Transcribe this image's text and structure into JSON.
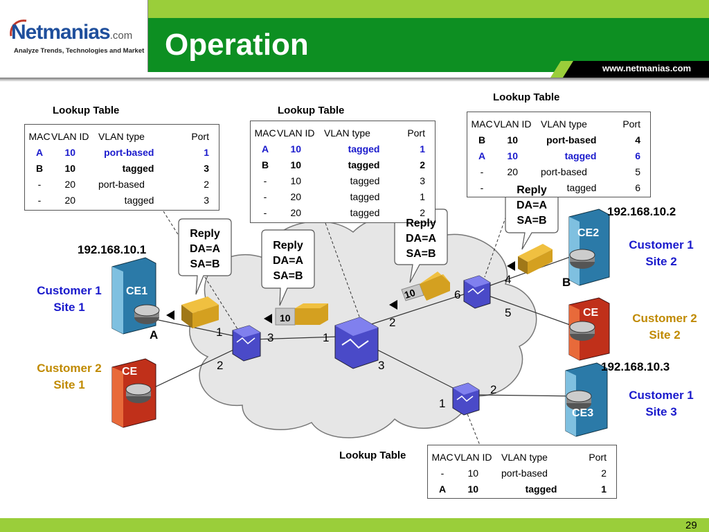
{
  "header": {
    "logo_main": "Netmanias",
    "logo_suffix": ".com",
    "logo_tagline": "Analyze Trends, Technologies and Market",
    "title": "Operation",
    "url": "www.netmanias.com"
  },
  "footer": {
    "page_number": "29"
  },
  "tables": {
    "columns": [
      "MAC",
      "VLAN ID",
      "VLAN type",
      "Port"
    ],
    "left": {
      "title": "Lookup Table",
      "rows": [
        [
          "A",
          "10",
          "port-based",
          "1"
        ],
        [
          "B",
          "10",
          "tagged",
          "3"
        ],
        [
          "-",
          "20",
          "port-based",
          "2"
        ],
        [
          "-",
          "20",
          "tagged",
          "3"
        ]
      ]
    },
    "center": {
      "title": "Lookup Table",
      "rows": [
        [
          "A",
          "10",
          "tagged",
          "1"
        ],
        [
          "B",
          "10",
          "tagged",
          "2"
        ],
        [
          "-",
          "10",
          "tagged",
          "3"
        ],
        [
          "-",
          "20",
          "tagged",
          "1"
        ],
        [
          "-",
          "20",
          "tagged",
          "2"
        ]
      ]
    },
    "right": {
      "title": "Lookup Table",
      "rows": [
        [
          "B",
          "10",
          "port-based",
          "4"
        ],
        [
          "A",
          "10",
          "tagged",
          "6"
        ],
        [
          "-",
          "20",
          "port-based",
          "5"
        ],
        [
          "-",
          "",
          "tagged",
          "6"
        ]
      ]
    },
    "bottom": {
      "title": "Lookup Table",
      "rows": [
        [
          "-",
          "10",
          "port-based",
          "2"
        ],
        [
          "A",
          "10",
          "tagged",
          "1"
        ]
      ]
    }
  },
  "callouts": {
    "reply1": [
      "Reply",
      "DA=A",
      "SA=B"
    ],
    "reply2": [
      "Reply",
      "DA=A",
      "SA=B"
    ],
    "reply3": [
      "Reply",
      "DA=A",
      "SA=B"
    ],
    "reply4": [
      "Reply",
      "DA=A",
      "SA=B"
    ]
  },
  "frame_tags": {
    "tag_a": "10",
    "tag_b": "10"
  },
  "sites": {
    "ip1": "192.168.10.1",
    "ip2": "192.168.10.2",
    "ip3": "192.168.10.3",
    "c1s1": [
      "Customer 1",
      "Site 1"
    ],
    "c2s1": [
      "Customer 2",
      "Site 1"
    ],
    "c1s2": [
      "Customer 1",
      "Site 2"
    ],
    "c2s2": [
      "Customer 2",
      "Site 2"
    ],
    "c1s3": [
      "Customer 1",
      "Site 3"
    ],
    "ce1": "CE1",
    "ce2": "CE2",
    "ce3": "CE3",
    "ce_left": "CE",
    "ce_right": "CE",
    "host_a": "A",
    "host_b": "B"
  },
  "ports": {
    "left_1": "1",
    "left_2": "2",
    "left_3": "3",
    "core_1": "1",
    "core_2": "2",
    "core_3": "3",
    "right_4": "4",
    "right_5": "5",
    "right_6": "6",
    "bottom_1": "1",
    "bottom_2": "2"
  },
  "colors": {
    "brand_green": "#0d8f22",
    "light_green": "#9ace3a",
    "customer1": "#1a1acc",
    "customer2": "#c08a00"
  }
}
